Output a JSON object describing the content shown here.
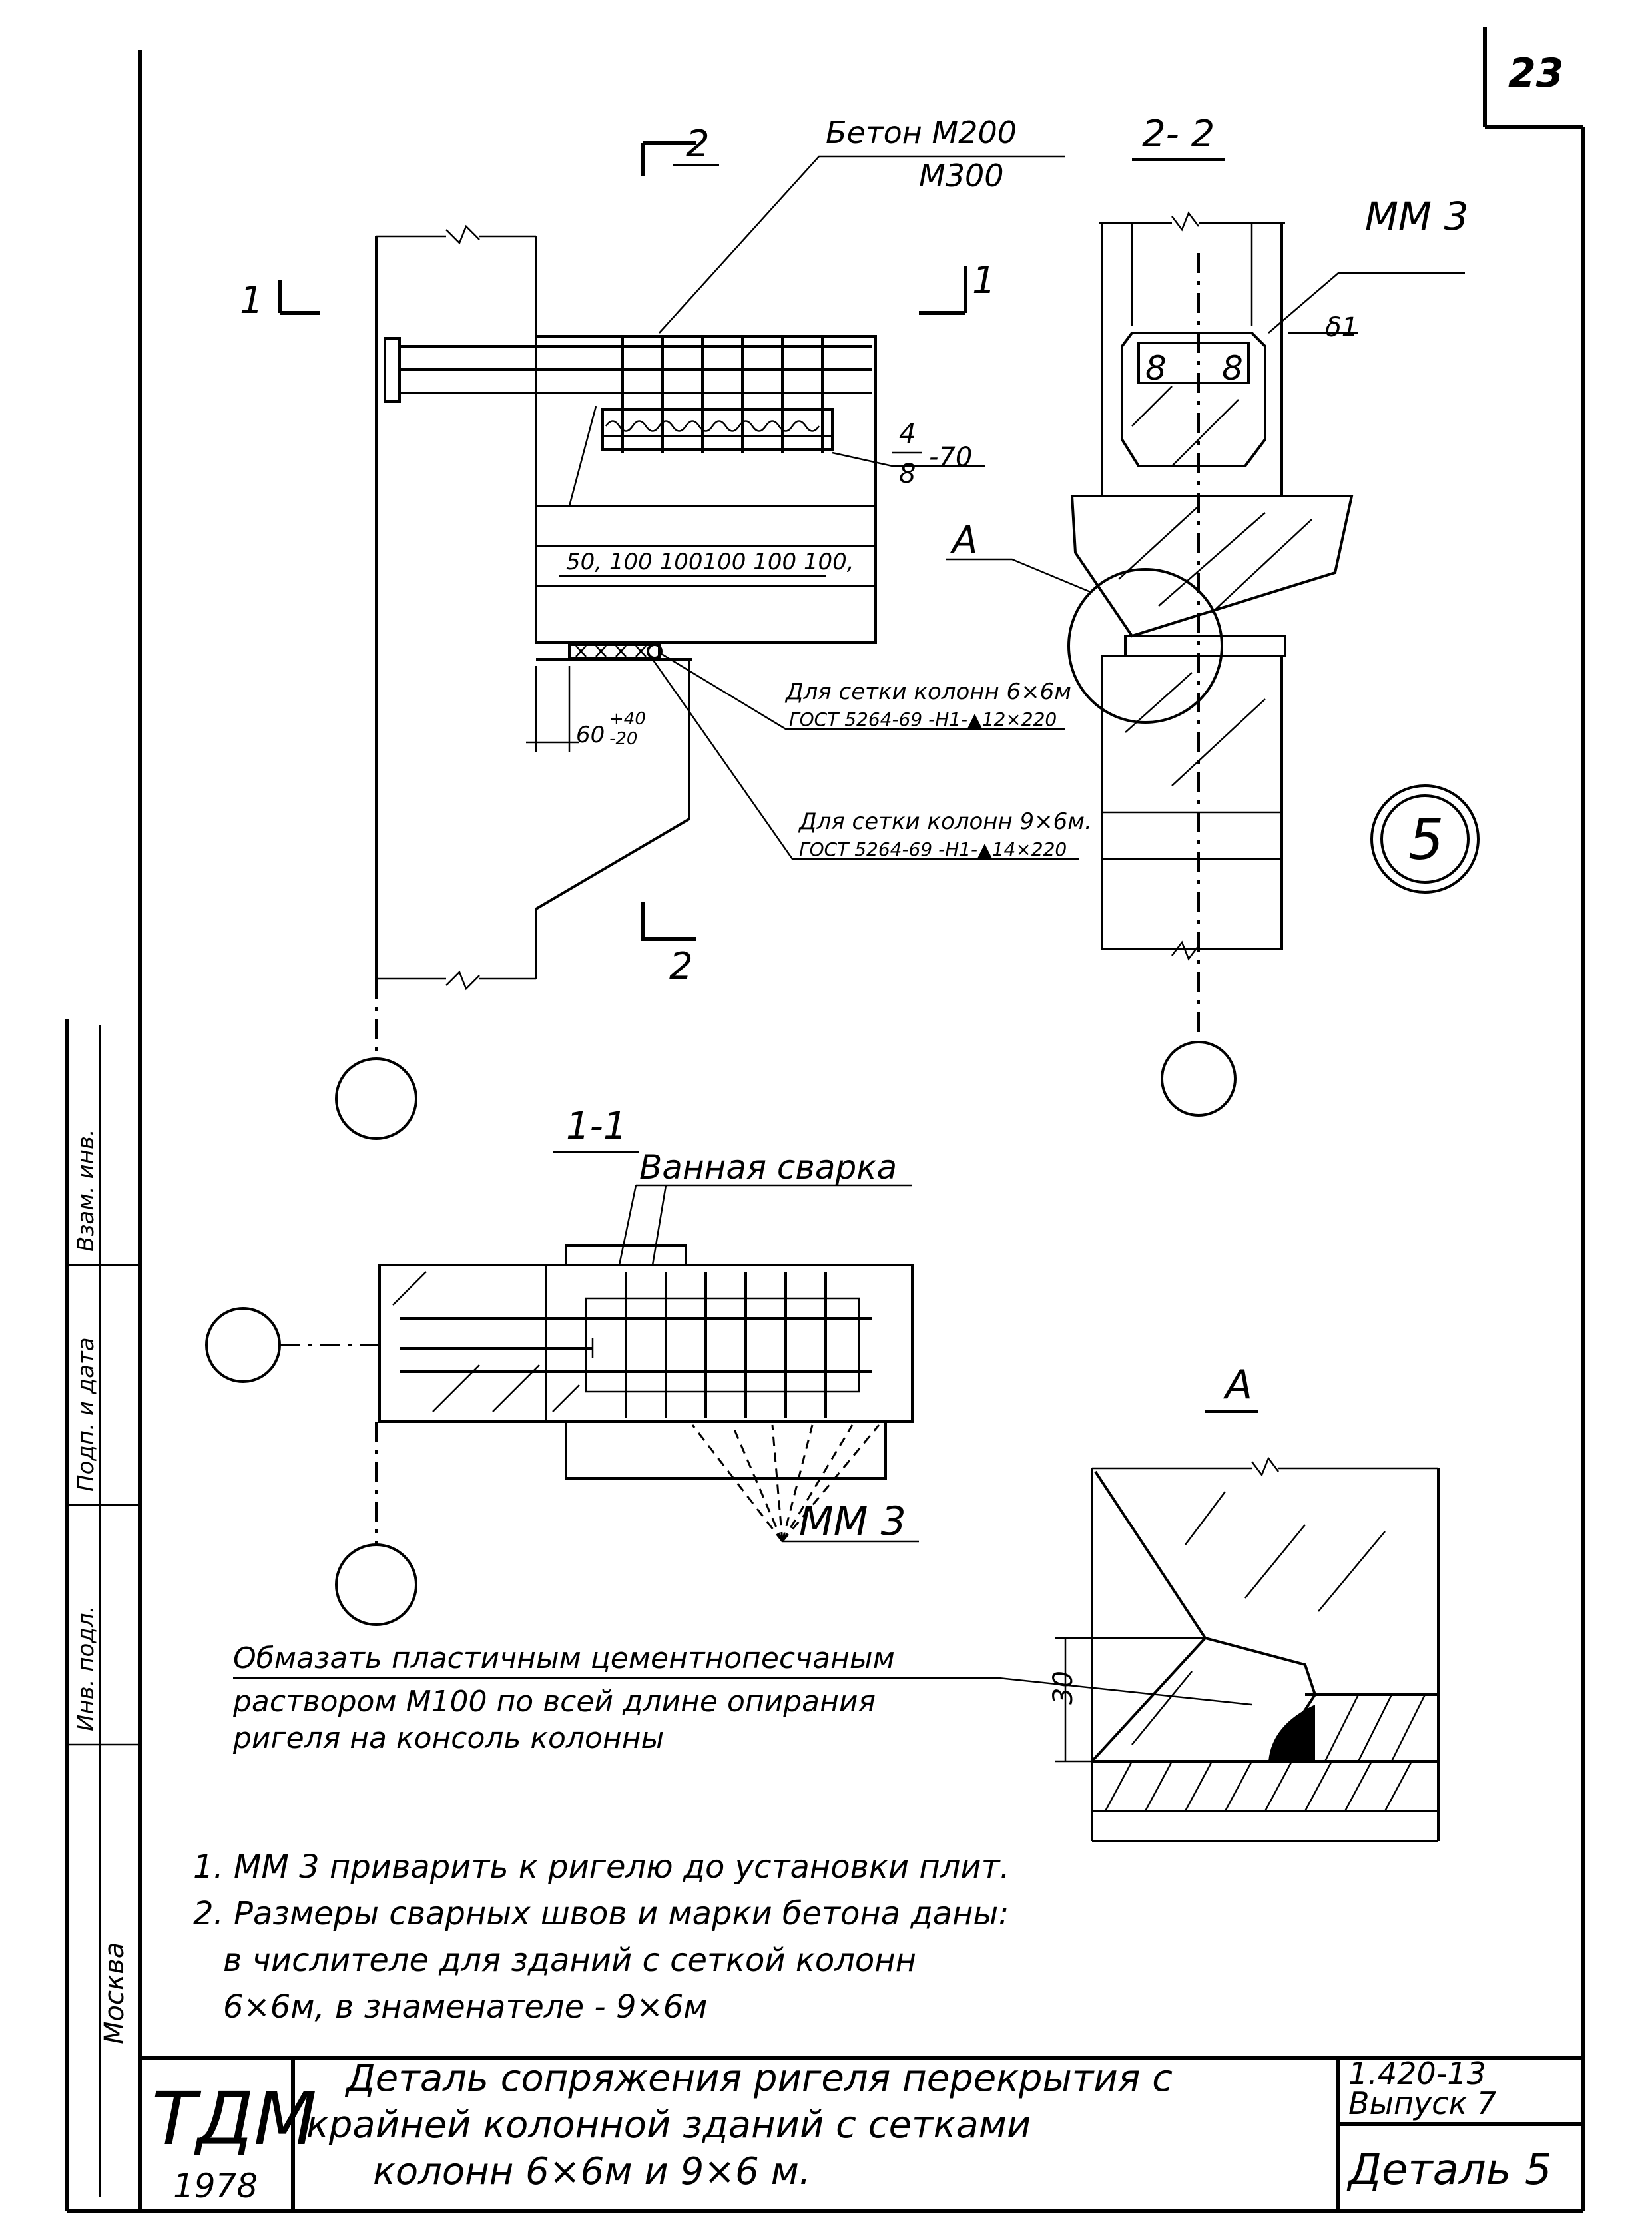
{
  "sheet": {
    "page_number": "23",
    "detail_number": "5"
  },
  "labels": {
    "beton_top": "Бетон М200",
    "beton_bottom": "М300",
    "section_2_2": "2- 2",
    "section_mark_2": "2",
    "section_mark_1": "1",
    "mm3_top": "ММ 3",
    "weld_small": "δ1",
    "weld_frac_num": "4",
    "weld_frac_den": "8",
    "weld_frac_len": "-70",
    "spacing": "50, 100 100100 100 100,",
    "callout_A": "А",
    "tol_base": "60",
    "tol_plus": "+40",
    "tol_minus": "-20",
    "mesh6_line1": "Для сетки колонн 6×6м",
    "mesh6_line2": "ГОСТ 5264-69 -Н1-▲12×220",
    "mesh9_line1": "Для сетки колонн 9×6м.",
    "mesh9_line2": "ГОСТ 5264-69 -Н1-▲14×220",
    "section_1_1": "1-1",
    "bath_weld": "Ванная сварка",
    "mm3_bottom": "ММ 3",
    "detail_A": "А",
    "dim_30": "30",
    "grout_line1": "Обмазать пластичным цементнопесчаным",
    "grout_line2": "раствором М100 по всей длине опирания",
    "grout_line3": "ригеля на консоль колонны"
  },
  "notes": [
    "1. ММ 3  приварить к ригелю до установки плит.",
    "2. Размеры сварных швов и марки бетона даны:",
    "в числителе для зданий с сеткой колонн",
    "6×6м, в знаменателе  - 9×6м"
  ],
  "side_stamp": {
    "line1": "Москва",
    "line2": "Инв. подл.",
    "line3": "Подп. и дата",
    "line4": "Взам. инв."
  },
  "title_block": {
    "logo": "ТДМ",
    "year": "1978",
    "title_line1": "Деталь сопряжения ригеля перекрытия с",
    "title_line2": "крайней колонной   зданий  с  сетками",
    "title_line3": "колонн  6×6м  и  9×6 м.",
    "series_line1": "1.420-13",
    "series_line2": "Выпуск 7",
    "detail_label": "Деталь 5"
  }
}
